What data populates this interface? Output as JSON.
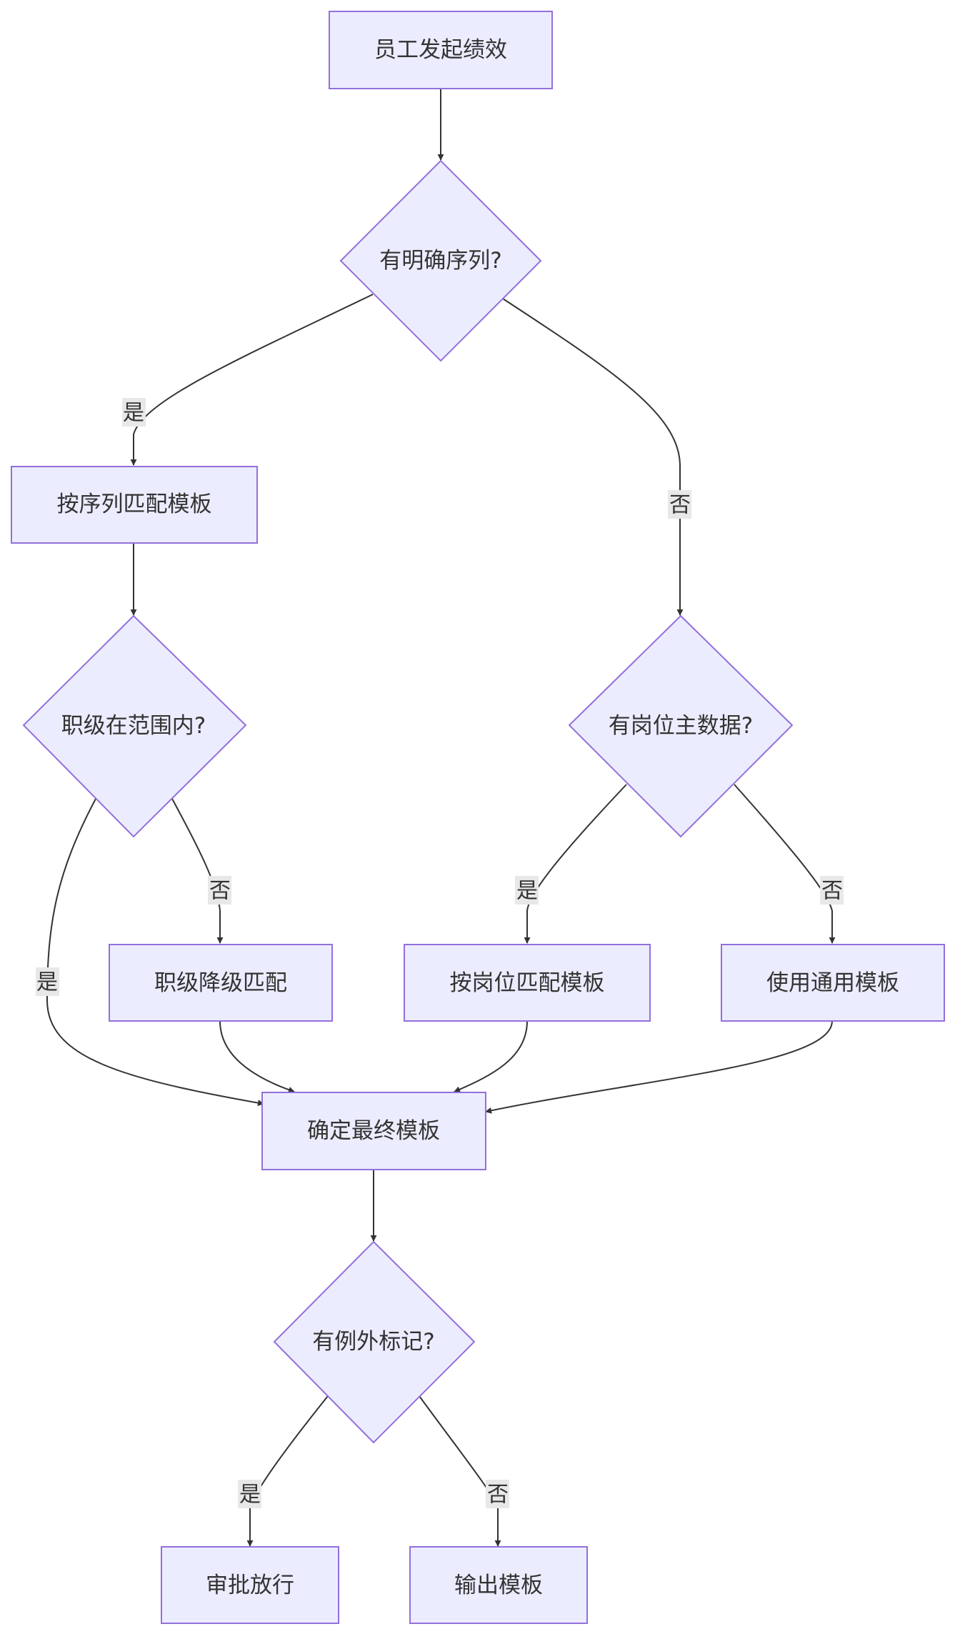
{
  "diagram": {
    "nodes": {
      "start": "员工发起绩效",
      "has_sequence": "有明确序列?",
      "match_by_sequence": "按序列匹配模板",
      "grade_in_range": "职级在范围内?",
      "has_position_data": "有岗位主数据?",
      "grade_downgrade": "职级降级匹配",
      "match_by_position": "按岗位匹配模板",
      "use_generic": "使用通用模板",
      "final_template": "确定最终模板",
      "has_exception": "有例外标记?",
      "approve_release": "审批放行",
      "output_template": "输出模板"
    },
    "edge_labels": {
      "sequence_yes": "是",
      "sequence_no": "否",
      "range_no": "否",
      "range_yes": "是",
      "position_yes": "是",
      "position_no": "否",
      "exception_yes": "是",
      "exception_no": "否"
    },
    "colors": {
      "node_fill": "#ECECFF",
      "node_stroke": "#9370DB",
      "edge": "#333333",
      "edge_label_bg": "#E8E8E8",
      "text": "#333333"
    }
  }
}
